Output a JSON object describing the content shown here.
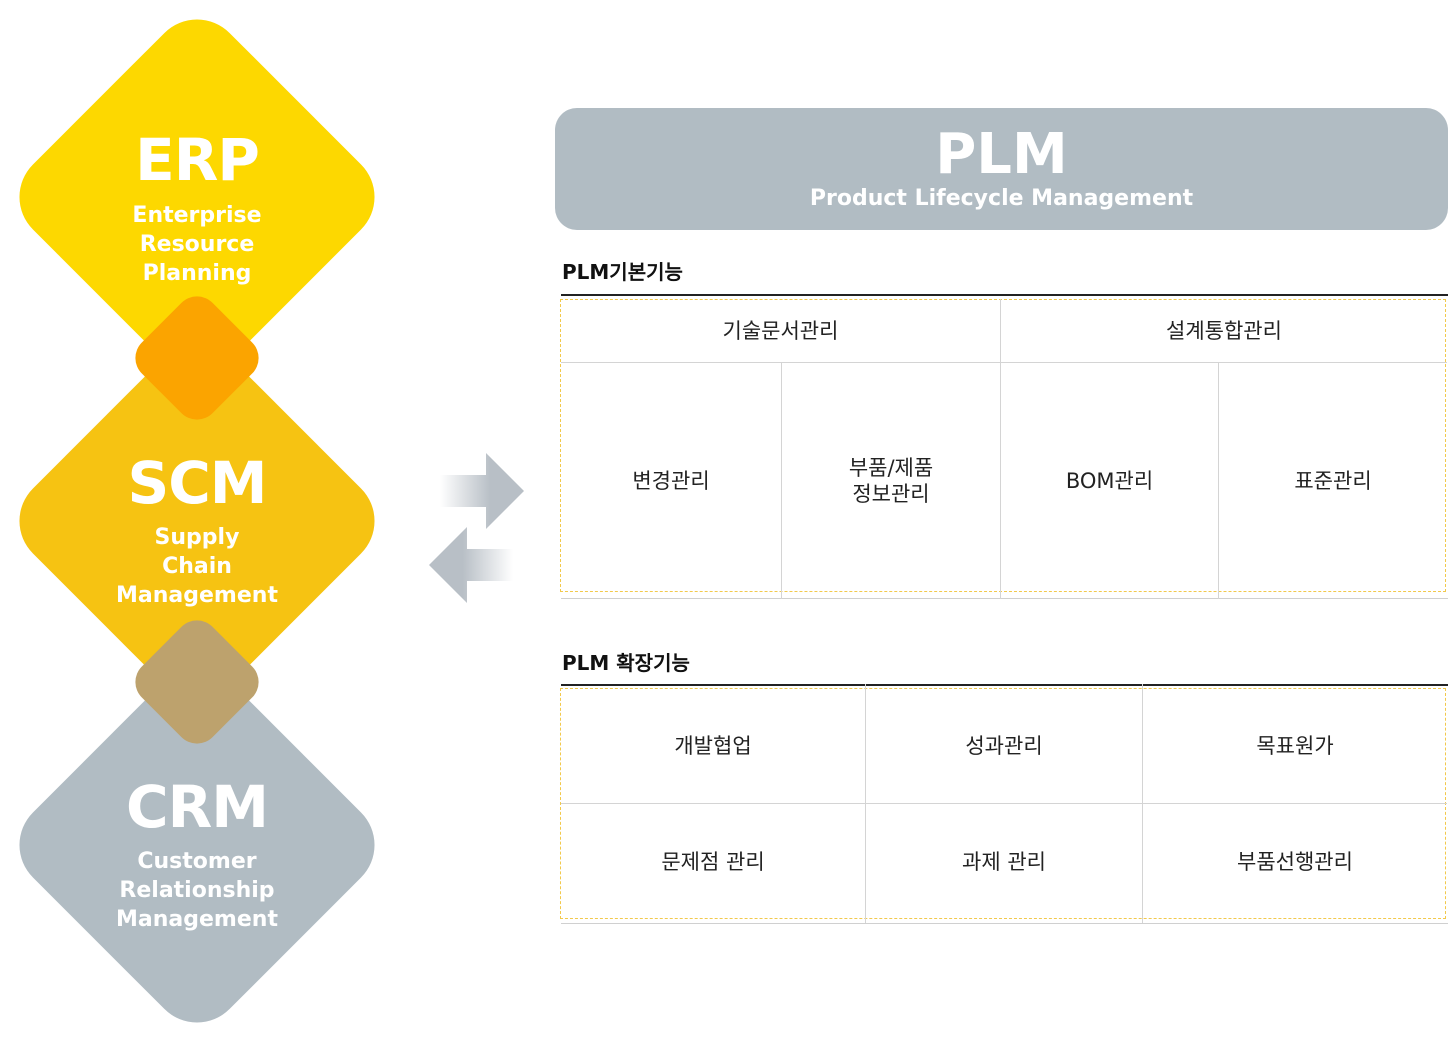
{
  "stack": {
    "erp": {
      "title": "ERP",
      "subtitle_lines": [
        "Enterprise",
        "Resource",
        "Planning"
      ]
    },
    "scm": {
      "title": "SCM",
      "subtitle_lines": [
        "Supply",
        "Chain",
        "Management"
      ]
    },
    "crm": {
      "title": "CRM",
      "subtitle_lines": [
        "Customer",
        "Relationship",
        "Management"
      ]
    }
  },
  "plm": {
    "title": "PLM",
    "subtitle": "Product Lifecycle Management",
    "basic": {
      "title": "PLM기본기능",
      "groups": [
        "기술문서관리",
        "설계통합관리"
      ],
      "items": [
        "변경관리",
        "부품/제품\n정보관리",
        "BOM관리",
        "표준관리"
      ]
    },
    "extended": {
      "title": "PLM 확장기능",
      "row1": [
        "개발협업",
        "성과관리",
        "목표원가"
      ],
      "row2": [
        "문제점 관리",
        "과제 관리",
        "부품선행관리"
      ]
    }
  },
  "colors": {
    "erp": "#FDD800",
    "scm": "#F5BE00",
    "crm": "#B1BCC3",
    "plm_header": "#B1BCC3",
    "arrow": "#B8BFC6"
  },
  "icons": [
    "arrow-right-icon",
    "arrow-left-icon"
  ]
}
